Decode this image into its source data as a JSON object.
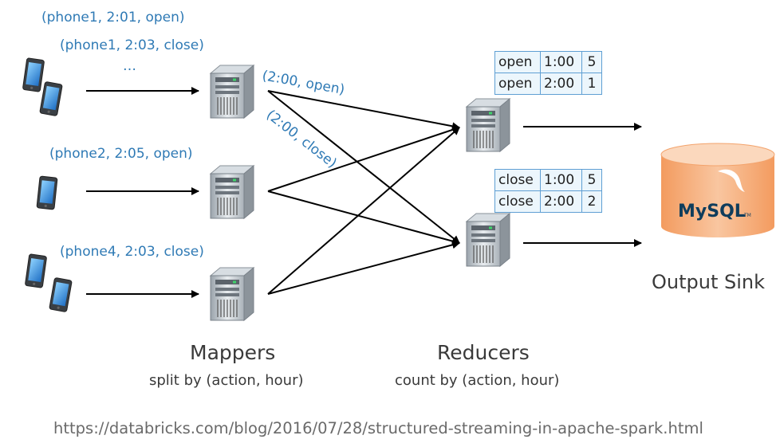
{
  "input_labels": [
    "(phone1, 2:01, open)",
    "(phone1, 2:03, close)",
    "…",
    "(phone2, 2:05, open)",
    "(phone4, 2:03, close)"
  ],
  "edge_labels": [
    "(2:00, open)",
    "(2:00, close)"
  ],
  "mappers": {
    "title": "Mappers",
    "subtitle": "split by (action, hour)"
  },
  "reducers": {
    "title": "Reducers",
    "subtitle": "count by (action, hour)"
  },
  "tables": [
    {
      "rows": [
        [
          "open",
          "1:00",
          "5"
        ],
        [
          "open",
          "2:00",
          "1"
        ]
      ]
    },
    {
      "rows": [
        [
          "close",
          "1:00",
          "5"
        ],
        [
          "close",
          "2:00",
          "2"
        ]
      ]
    }
  ],
  "sink": {
    "db_label": "MySQL",
    "db_tm": "TM",
    "label": "Output Sink"
  },
  "source_url": "https://databricks.com/blog/2016/07/28/structured-streaming-in-apache-spark.html",
  "colors": {
    "label_blue": "#2f7ab5",
    "table_border": "#5f9fd3",
    "cylinder": "#f6b07c",
    "mysql_text": "#0f3d5c"
  },
  "icons": [
    "phone-icon",
    "server-icon",
    "database-icon"
  ]
}
